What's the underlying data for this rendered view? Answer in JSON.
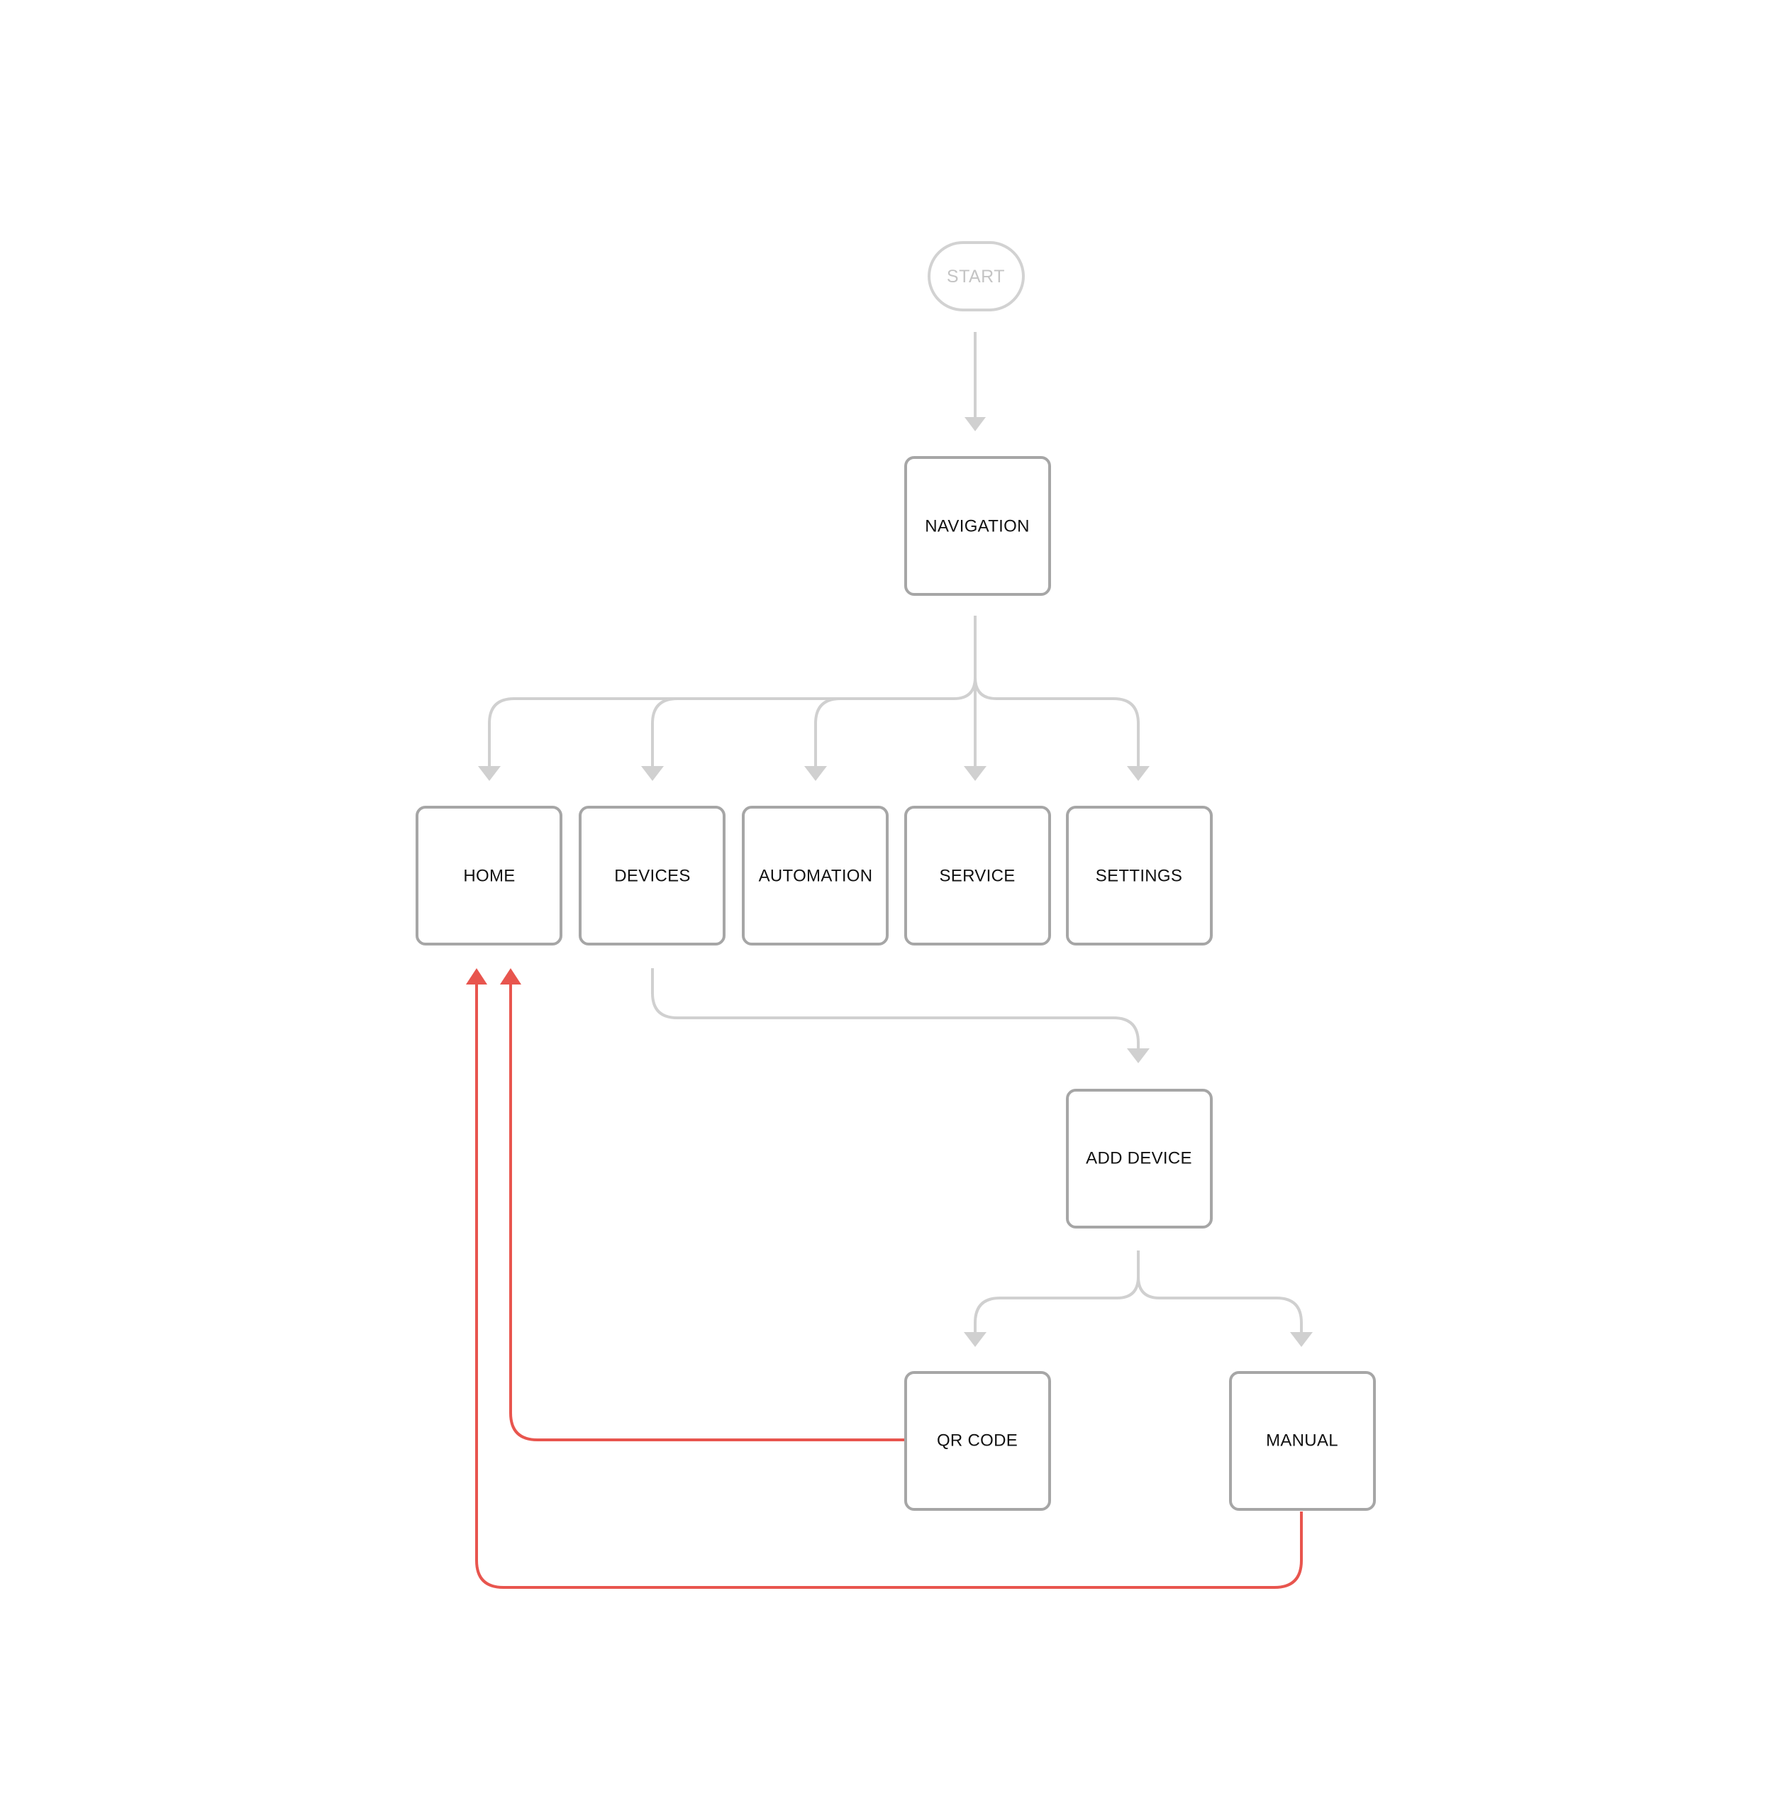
{
  "colors": {
    "connector": "#d0d0d0",
    "return_connector": "#e8554e",
    "node_border": "#a6a6a6",
    "start_border": "#d2d2d2",
    "start_text": "#c4c4c4",
    "node_text": "#111111"
  },
  "nodes": {
    "start": "START",
    "navigation": "NAVIGATION",
    "home": "HOME",
    "devices": "DEVICES",
    "automation": "AUTOMATION",
    "service": "SERVICE",
    "settings": "SETTINGS",
    "add_device": "ADD DEVICE",
    "qr_code": "QR CODE",
    "manual": "MANUAL"
  }
}
